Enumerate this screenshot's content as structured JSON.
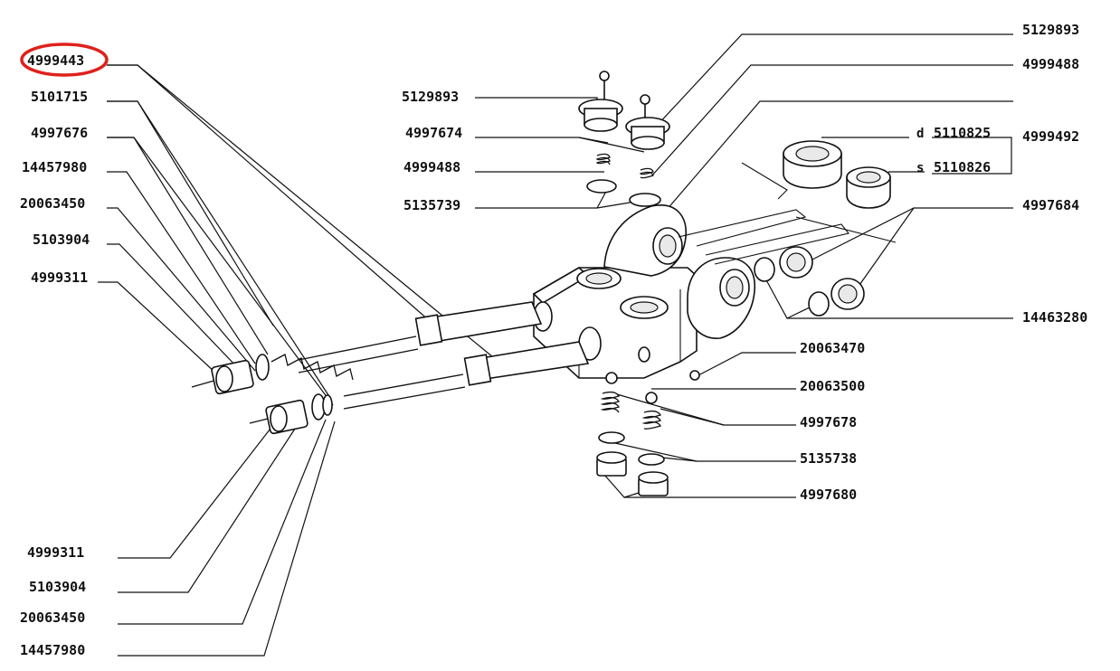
{
  "highlight_color": "#e0201b",
  "labels": {
    "l_4999443": "4999443",
    "l_5101715": "5101715",
    "l_4997676": "4997676",
    "l_14457980_top": "14457980",
    "l_20063450_top": "20063450",
    "l_5103904_top": "5103904",
    "l_4999311_top": "4999311",
    "l_4999311_bot": "4999311",
    "l_5103904_bot": "5103904",
    "l_20063450_bot": "20063450",
    "l_14457980_bot": "14457980",
    "l_5129893_left": "5129893",
    "l_4997674": "4997674",
    "l_4999488_left": "4999488",
    "l_5135739": "5135739",
    "l_5129893_right": "5129893",
    "l_4999488_right": "4999488",
    "l_d": "d",
    "l_5110825": "5110825",
    "l_s": "s",
    "l_5110826": "5110826",
    "l_4999492": "4999492",
    "l_4997684": "4997684",
    "l_14463280": "14463280",
    "l_20063470": "20063470",
    "l_20063500": "20063500",
    "l_4997678": "4997678",
    "l_5135738": "5135738",
    "l_4997680": "4997680"
  }
}
